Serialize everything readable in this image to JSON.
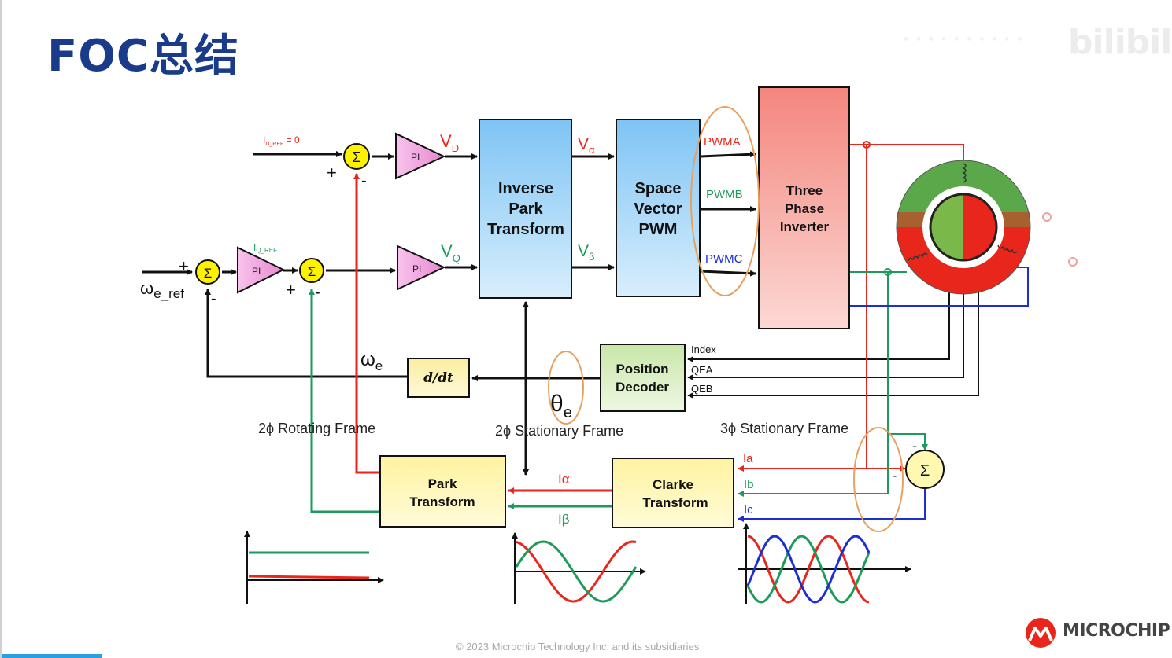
{
  "slide": {
    "title": "FOC总结",
    "watermark": "bilibili",
    "copyright": "© 2023 Microchip Technology Inc. and its subsidiaries",
    "logo": "MICROCHIP"
  },
  "blocks": {
    "inverse_park": [
      "Inverse",
      "Park",
      "Transform"
    ],
    "svpwm": [
      "Space",
      "Vector",
      "PWM"
    ],
    "inverter": [
      "Three",
      "Phase",
      "Inverter"
    ],
    "position_decoder": [
      "Position",
      "Decoder"
    ],
    "park": [
      "Park",
      "Transform"
    ],
    "clarke": [
      "Clarke",
      "Transform"
    ],
    "ddt": "d/dt",
    "pi": "PI",
    "sum": "Σ"
  },
  "labels": {
    "id_ref": "I",
    "id_ref_sub": "D_REF",
    "id_ref_val": " = 0",
    "iq_ref": "I",
    "iq_ref_sub": "Q_REF",
    "vd": "V",
    "vd_sub": "D",
    "vq": "V",
    "vq_sub": "Q",
    "valpha": "V",
    "valpha_sub": "α",
    "vbeta": "V",
    "vbeta_sub": "β",
    "pwma": "PWMA",
    "pwmb": "PWMB",
    "pwmc": "PWMC",
    "index": "Index",
    "qea": "QEA",
    "qeb": "QEB",
    "we_ref": "ω",
    "we_ref_sub": "e_ref",
    "we": "ω",
    "we_sub": "e",
    "theta": "θ",
    "theta_sub": "e",
    "ialpha": "Iα",
    "ibeta": "Iβ",
    "ia": "Ia",
    "ib": "Ib",
    "ic": "Ic",
    "plus": "+",
    "minus": "-",
    "frame_rot": "2ϕ Rotating Frame",
    "frame_stat2": "2ϕ Stationary Frame",
    "frame_stat3": "3ϕ Stationary Frame"
  },
  "colors": {
    "title": "#1a3a8a",
    "red": "#e8261c",
    "green": "#1e9a5c",
    "blue": "#1d2fd0",
    "orange": "#e8a060",
    "sum_fill": "#fff200",
    "pi_fill": "#f0a8e0",
    "blue_block": "#a8d8f8",
    "inverter": "#f88e8a",
    "decoder": "#d4ecb8",
    "yellow_block": "#fff8a8"
  }
}
